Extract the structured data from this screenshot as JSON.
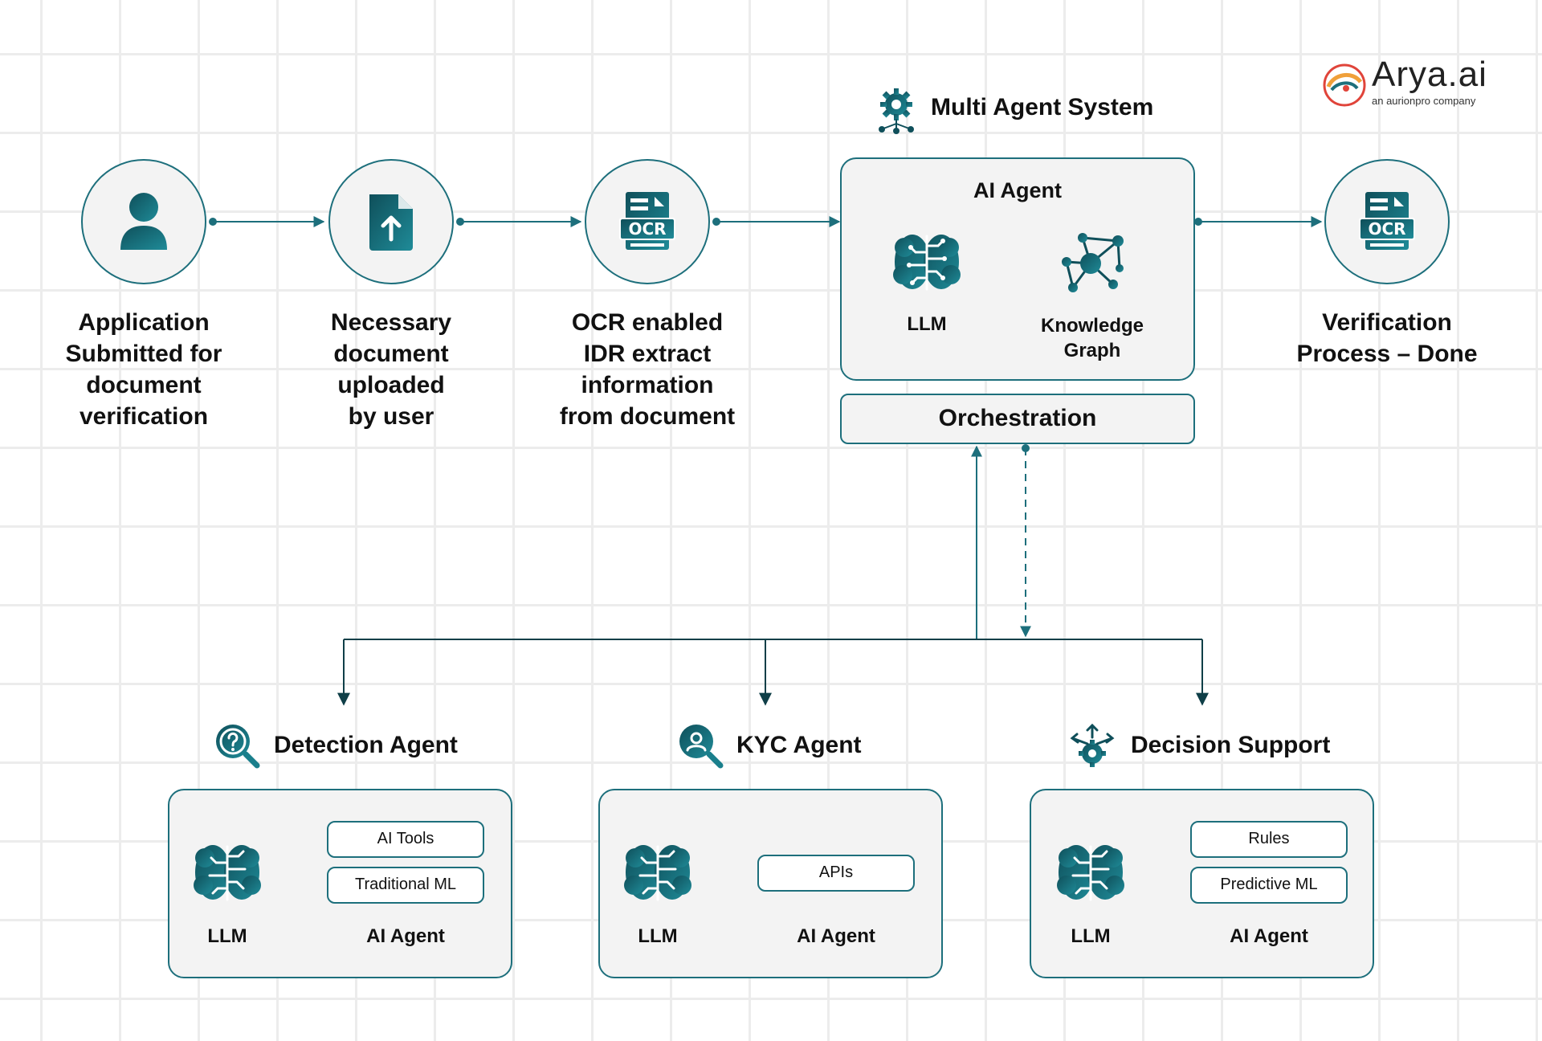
{
  "brand": {
    "name": "Arya.ai",
    "tagline": "an aurionpro company"
  },
  "steps": [
    {
      "icon": "user-icon",
      "label": "Application\nSubmitted for\ndocument\nverification"
    },
    {
      "icon": "document-upload-icon",
      "label": "Necessary\ndocument\nuploaded\nby user"
    },
    {
      "icon": "ocr-icon",
      "label": "OCR enabled\nIDR extract\ninformation\nfrom document"
    },
    {
      "icon": "ocr-icon",
      "label": "Verification\nProcess – Done"
    }
  ],
  "mas": {
    "title": "Multi Agent System",
    "box_title": "AI Agent",
    "llm_label": "LLM",
    "kg_label": "Knowledge\nGraph",
    "orchestration": "Orchestration"
  },
  "agents": [
    {
      "title": "Detection Agent",
      "icon": "magnifier-question-icon",
      "tools": [
        "AI Tools",
        "Traditional ML"
      ],
      "llm_label": "LLM",
      "agent_label": "AI Agent"
    },
    {
      "title": "KYC Agent",
      "icon": "magnifier-user-icon",
      "tools": [
        "APIs"
      ],
      "llm_label": "LLM",
      "agent_label": "AI Agent"
    },
    {
      "title": "Decision Support",
      "icon": "gear-arrows-icon",
      "tools": [
        "Rules",
        "Predictive ML"
      ],
      "llm_label": "LLM",
      "agent_label": "AI Agent"
    }
  ],
  "colors": {
    "accent": "#1d6f7c",
    "icon_dark": "#0f4f5a",
    "box_bg": "#f3f3f3",
    "grid": "#ececec",
    "logo_red": "#e0443a",
    "logo_orange": "#f0a03a"
  }
}
